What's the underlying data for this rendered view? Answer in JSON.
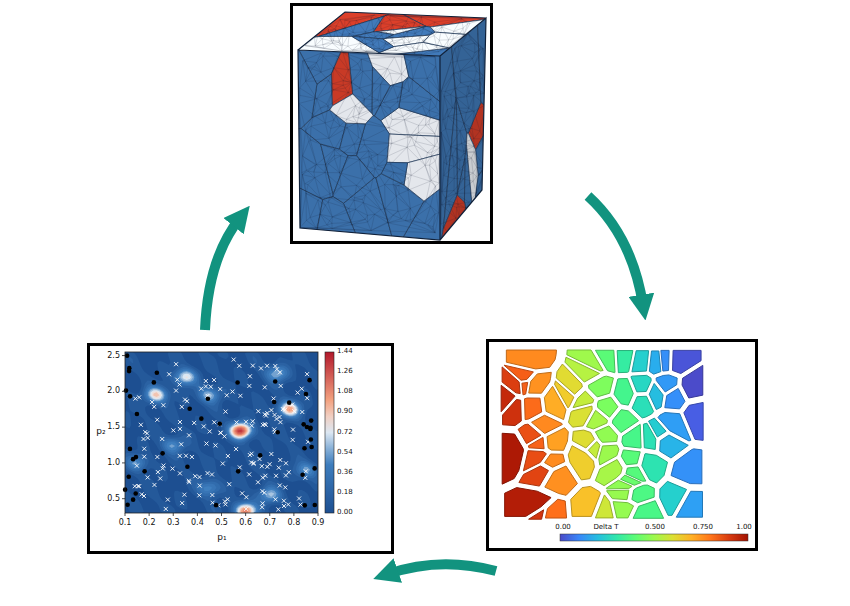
{
  "diagram": {
    "labels": [
      "Delta T",
      "0.00",
      "0.500",
      "0.750",
      "1.00",
      "2.5",
      "2.0",
      "1.5",
      "1.0",
      "0.5",
      "0.1",
      "0.2",
      "0.3",
      "0.4",
      "0.5",
      "0.6",
      "0.7",
      "0.8",
      "0.9",
      "p₁",
      "p₂",
      "1.44",
      "1.26",
      "1.08",
      "0.90",
      "0.72",
      "0.54",
      "0.36",
      "0.18",
      "0.00"
    ]
  }
}
